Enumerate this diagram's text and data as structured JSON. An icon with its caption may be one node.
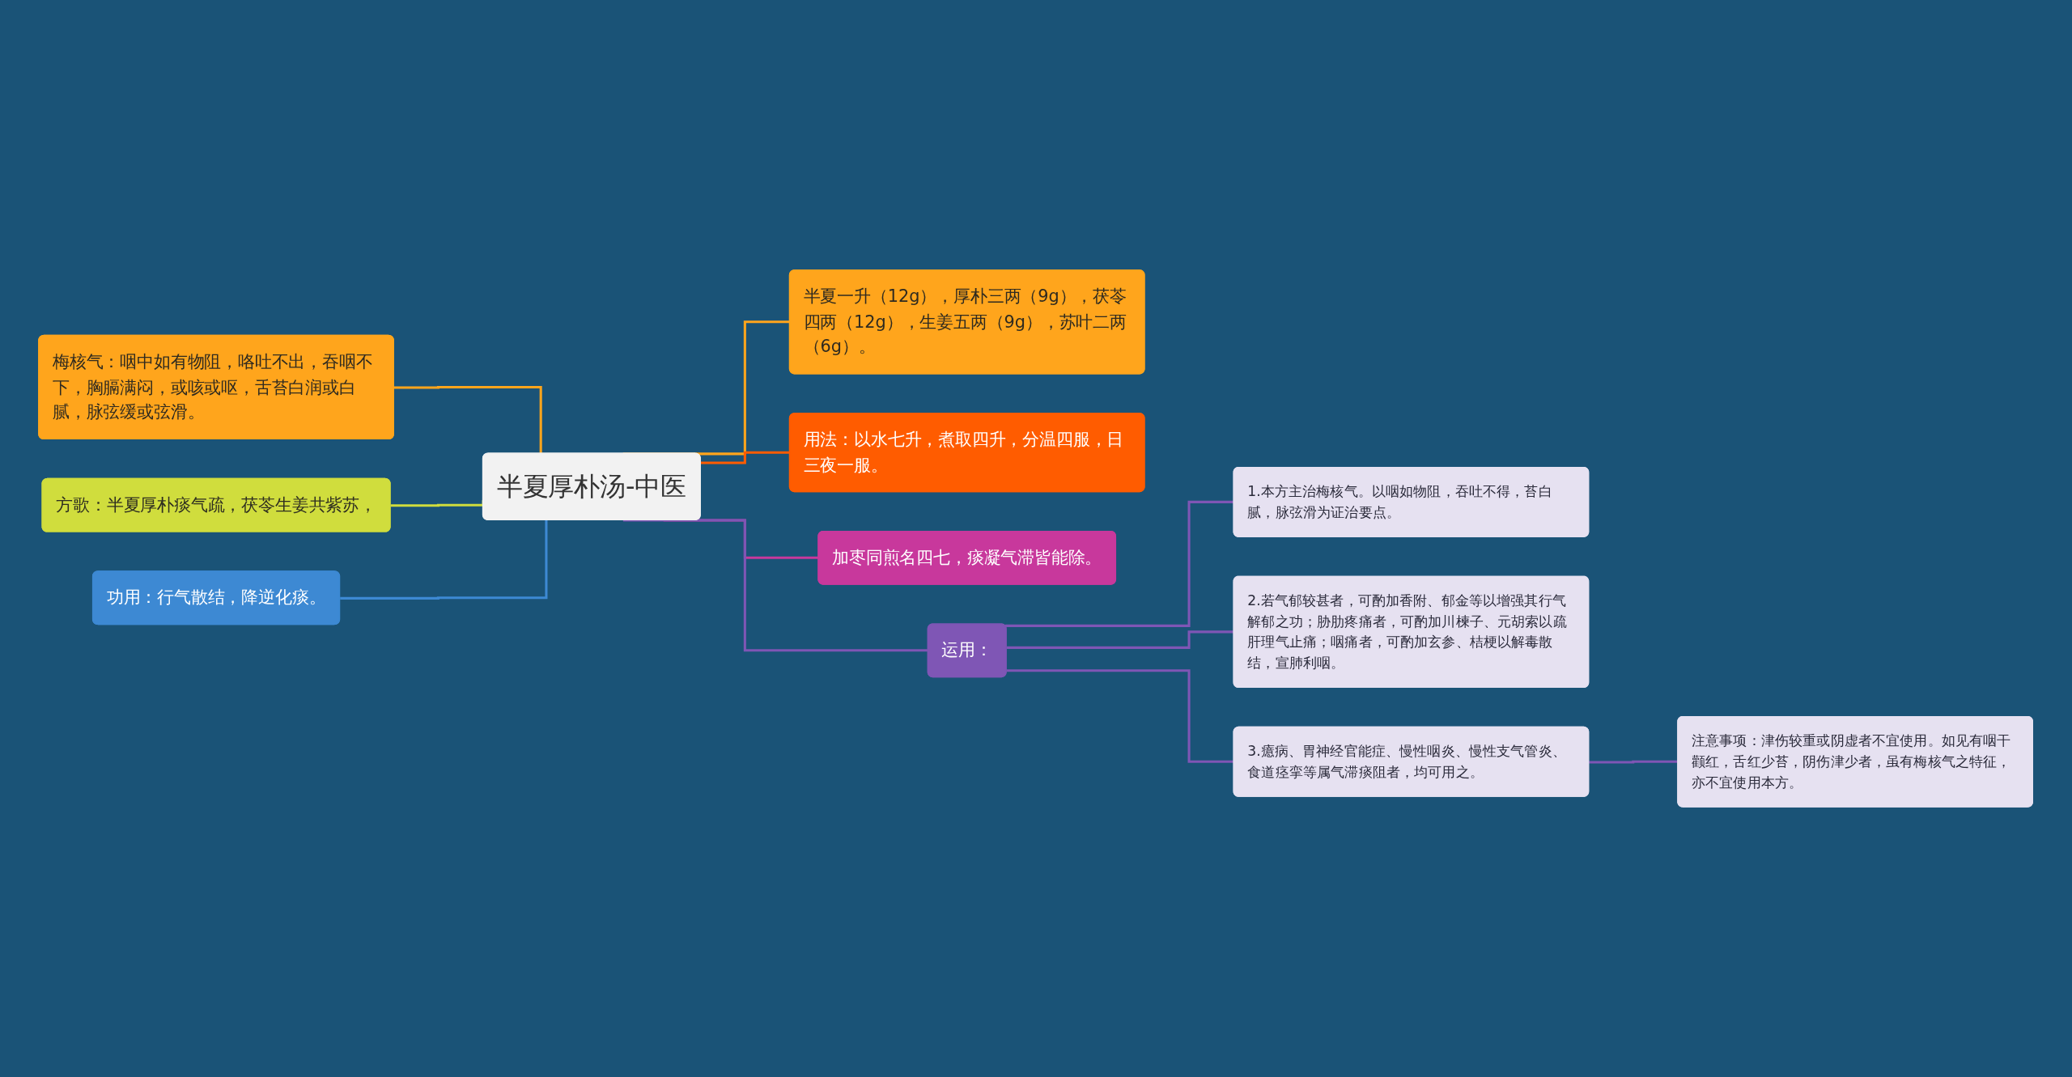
{
  "diagram": {
    "nodes": [
      {
        "text": [
          "半夏厚朴汤-中医"
        ]
      },
      {
        "text": [
          "梅核气：咽中如有物阻，咯吐不出，吞咽不下，胸膈满闷，或咳或呕，舌苔白润或白腻，脉弦缓或弦滑。"
        ]
      },
      {
        "text": [
          "方歌：半夏厚朴痰气疏，茯苓生姜共紫苏，"
        ]
      },
      {
        "text": [
          "功用：行气散结，降逆化痰。"
        ]
      },
      {
        "text": [
          "半夏一升（12g），厚朴三两（9g），茯苓四两（12g），生姜五两（9g），苏叶二两（6g）。"
        ]
      },
      {
        "text": [
          "用法：以水七升，煮取四升，分温四服，日三夜一服。"
        ]
      },
      {
        "text": [
          "加枣同煎名四七，痰凝气滞皆能除。"
        ]
      },
      {
        "text": [
          "运用："
        ]
      },
      {
        "text": [
          "1.本方主治梅核气。以咽如物阻，吞吐不得，苔白腻，脉弦滑为证治要点。"
        ]
      },
      {
        "text": [
          "2.若气郁较甚者，可酌加香附、郁金等以增强其行气解郁之功；胁肋疼痛者，可酌加川楝子、元胡索以疏肝理气止痛；咽痛者，可酌加玄参、桔梗以解毒散结，宣肺利咽。"
        ]
      },
      {
        "text": [
          "3.癔病、胃神经官能症、慢性咽炎、慢性支气管炎、食道痉挛等属气滞痰阻者，均可用之。"
        ]
      },
      {
        "text": [
          "注意事项：津伤较重或阴虚者不宜使用。如见有咽干颧红，舌红少苔，阴伤津少者，虽有梅核气之特征，亦不宜使用本方。"
        ]
      }
    ],
    "edges": [
      {
        "from": 1,
        "to": 0,
        "arrow": "none",
        "color": "#ffa51c"
      },
      {
        "from": 2,
        "to": 0,
        "arrow": "none",
        "color": "#d0dd3d"
      },
      {
        "from": 3,
        "to": 0,
        "arrow": "none",
        "color": "#3d89d3"
      },
      {
        "from": 0,
        "to": 4,
        "arrow": "none",
        "color": "#ffa51c"
      },
      {
        "from": 0,
        "to": 5,
        "arrow": "none",
        "color": "#ff5c00"
      },
      {
        "from": 0,
        "to": 6,
        "arrow": "none",
        "color": "#c8389c"
      },
      {
        "from": 0,
        "to": 7,
        "arrow": "none"
      },
      {
        "from": 7,
        "to": 8,
        "arrow": "none"
      },
      {
        "from": 7,
        "to": 9,
        "arrow": "none"
      },
      {
        "from": 7,
        "to": 10,
        "arrow": "none"
      },
      {
        "from": 10,
        "to": 11,
        "arrow": "none"
      }
    ]
  }
}
